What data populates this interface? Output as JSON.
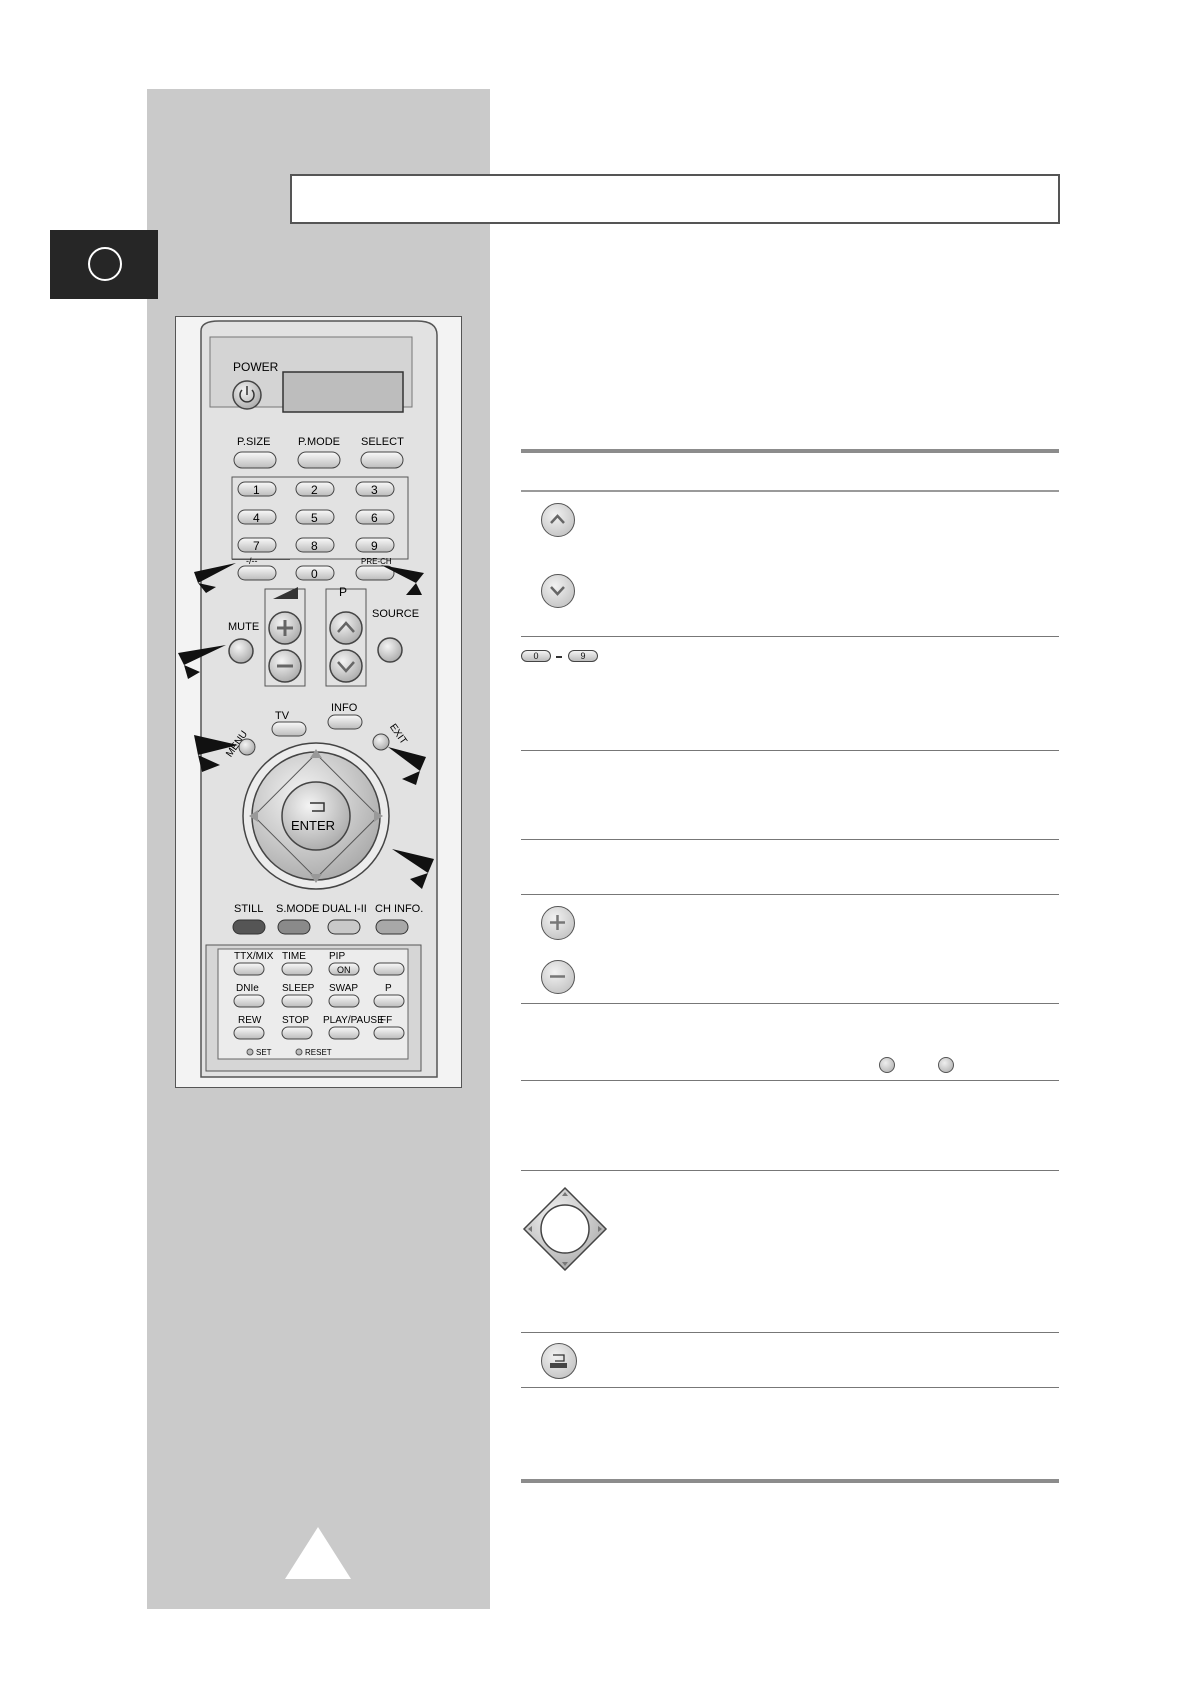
{
  "page": {
    "background": "#ffffff",
    "sidebar_color": "#cacaca",
    "tab_color": "#262626"
  },
  "remote": {
    "power_label": "POWER",
    "psize_label": "P.SIZE",
    "pmode_label": "P.MODE",
    "select_label": "SELECT",
    "digits": [
      "1",
      "2",
      "3",
      "4",
      "5",
      "6",
      "7",
      "8",
      "9"
    ],
    "dash_label": "-/--",
    "zero_label": "0",
    "prech_label": "PRE-CH",
    "mute_label": "MUTE",
    "p_label": "P",
    "source_label": "SOURCE",
    "menu_label": "MENU",
    "tv_label": "TV",
    "info_label": "INFO",
    "exit_label": "EXIT",
    "enter_label": "ENTER",
    "still_label": "STILL",
    "smode_label": "S.MODE",
    "dual_label": "DUAL I-II",
    "chinfo_label": "CH INFO.",
    "ttx_label": "TTX/MIX",
    "time_label": "TIME",
    "pip_label": "PIP",
    "pip_on_label": "ON",
    "dnie_label": "DNIe",
    "sleep_label": "SLEEP",
    "swap_label": "SWAP",
    "p2_label": "P",
    "rew_label": "REW",
    "stop_label": "STOP",
    "playpause_label": "PLAY/PAUSE",
    "ff_label": "FF",
    "set_label": "SET",
    "reset_label": "RESET"
  },
  "table": {
    "digit_start": "0",
    "digit_end": "9"
  }
}
